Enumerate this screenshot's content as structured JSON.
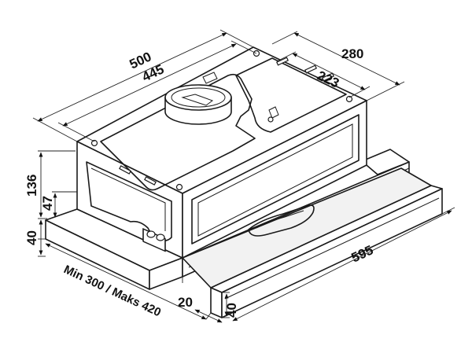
{
  "dimensions": {
    "width_outer": "500",
    "width_inner": "445",
    "depth_outer": "280",
    "depth_inner": "223",
    "height_body": "136",
    "height_side": "47",
    "height_base": "40",
    "width_total": "595",
    "extension_range": "Min 300 / Maks 420",
    "front_offset": "20",
    "front_height": "40"
  }
}
